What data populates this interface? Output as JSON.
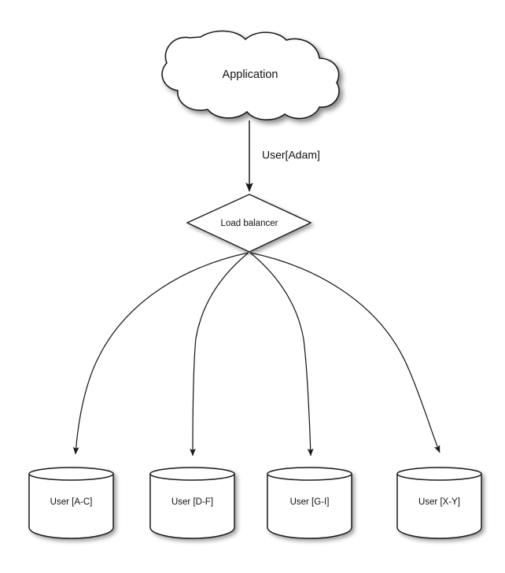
{
  "diagram": {
    "type": "architecture-flow",
    "background_color": "#ffffff",
    "stroke_color": "#1a1a1a",
    "text_color": "#111111",
    "source": {
      "id": "application",
      "shape": "cloud",
      "label": "Application"
    },
    "edge_from_source": {
      "label": "User[Adam]",
      "arrow": true
    },
    "router": {
      "id": "load-balancer",
      "shape": "diamond",
      "label": "Load balancer"
    },
    "shards": [
      {
        "id": "shard-a-c",
        "shape": "cylinder",
        "label": "User [A-C]"
      },
      {
        "id": "shard-d-f",
        "shape": "cylinder",
        "label": "User [D-F]"
      },
      {
        "id": "shard-g-i",
        "shape": "cylinder",
        "label": "User [G-I]"
      },
      {
        "id": "shard-x-y",
        "shape": "cylinder",
        "label": "User [X-Y]"
      }
    ]
  }
}
